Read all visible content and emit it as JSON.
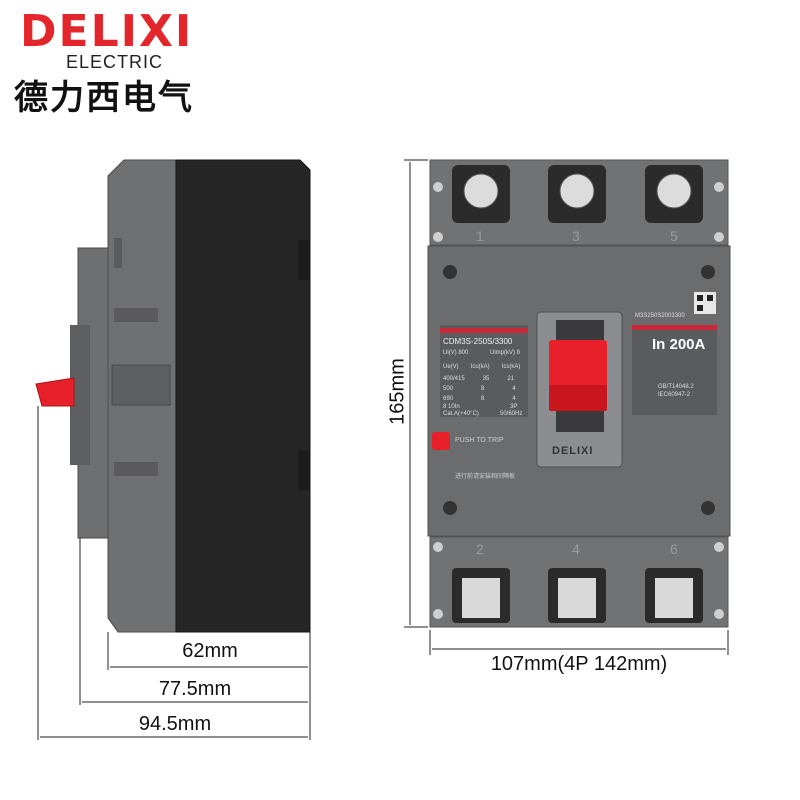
{
  "brand": {
    "name": "DELIXI",
    "tagline": "ELECTRIC",
    "chinese_name": "德力西电气"
  },
  "product": {
    "model": "CDM3S-250S/3300",
    "ui_rating": "Ui(V) 800",
    "uimp_rating": "Uimp(kV) 8",
    "table_headers": [
      "Ue(V)",
      "Icu(kA)",
      "Ics(kA)"
    ],
    "table_rows": [
      [
        "400/415",
        "35",
        "21"
      ],
      [
        "500",
        "8",
        "4"
      ],
      [
        "690",
        "8",
        "4"
      ]
    ],
    "trip_range": "8 10In",
    "poles": "3P",
    "category": "Cat.A(+40°C)",
    "frequency": "50/60Hz",
    "current_rating": "In 200A",
    "standard_1": "GB/T14048.2",
    "standard_2": "IEC60947-2",
    "serial": "M3S250S2003300",
    "push_to_trip": "PUSH TO TRIP",
    "handle_brand": "DELIXI",
    "warning_text": "进行前请安装相间隔板",
    "terminal_labels_top": [
      "1",
      "3",
      "5"
    ],
    "terminal_labels_bottom": [
      "2",
      "4",
      "6"
    ]
  },
  "dimensions": {
    "height": "165mm",
    "width": "107mm(4P 142mm)",
    "depth_body": "62mm",
    "depth_mount": "77.5mm",
    "depth_total": "94.5mm"
  },
  "colors": {
    "brand_red": "#e3262b",
    "housing_gray": "#6b6c6e",
    "housing_dark": "#2a2a2a",
    "handle_red": "#e8202a"
  }
}
